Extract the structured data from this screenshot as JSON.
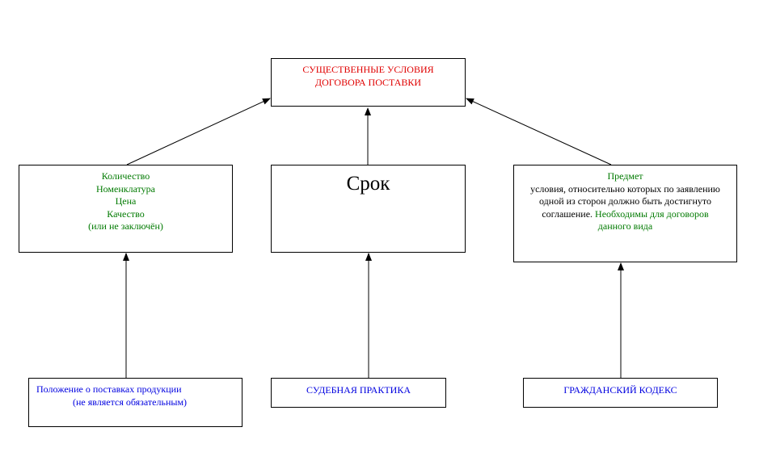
{
  "colors": {
    "title": "#e00000",
    "conditions": "#007a00",
    "sources": "#0000e0",
    "text": "#000000",
    "arrow_black": "#000000",
    "arrow_gray": "#808080"
  },
  "title_box": {
    "line1": "СУЩЕСТВЕННЫЕ  УСЛОВИЯ",
    "line2": "ДОГОВОРА  ПОСТАВКИ"
  },
  "left_box": {
    "lines": [
      "Количество",
      "Номенклатура",
      "Цена",
      "Качество",
      "(или не заключён)"
    ]
  },
  "middle_box": {
    "label": "Срок"
  },
  "right_box": {
    "heading": "Предмет",
    "text_black": "условия, относительно которых по заявлению одной из сторон должно быть достигнуто соглашение.",
    "text_green": "Необходимы для договоров данного вида"
  },
  "sources": {
    "left": {
      "line1": "Положение о поставках продукции",
      "line2": "(не является обязательным)"
    },
    "middle": {
      "label": "СУДЕБНАЯ  ПРАКТИКА"
    },
    "right": {
      "label": "ГРАЖДАНСКИЙ  КОДЕКС"
    }
  }
}
